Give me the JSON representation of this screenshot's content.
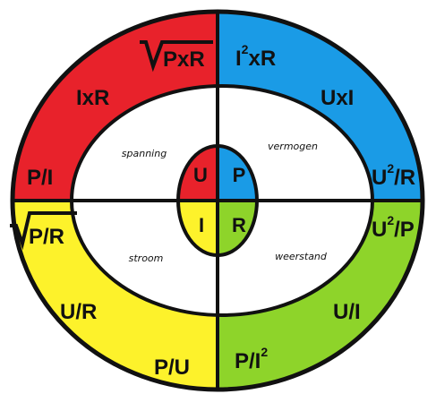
{
  "colors": {
    "red": "#e8222b",
    "blue": "#1a9be6",
    "yellow": "#fdf22b",
    "green": "#8ed42a",
    "line": "#111111",
    "white": "#ffffff"
  },
  "center": {
    "top_left": "U",
    "top_right": "P",
    "bottom_left": "I",
    "bottom_right": "R"
  },
  "labels": {
    "top_left": "spanning",
    "top_right": "vermogen",
    "bottom_left": "stroom",
    "bottom_right": "weerstand"
  },
  "formulas": {
    "red": {
      "root": "PxR",
      "f1": "IxR",
      "f2": "P/I"
    },
    "blue": {
      "f0_base": "I",
      "f0_exp": "2",
      "f0_rest": "xR",
      "f1": "UxI",
      "f2_base": "U",
      "f2_exp": "2",
      "f2_rest": "/R"
    },
    "yellow": {
      "root": "P/R",
      "f1": "U/R",
      "f2": "P/U"
    },
    "green": {
      "f0_base": "U",
      "f0_exp": "2",
      "f0_rest": "/P",
      "f1": "U/I",
      "f2_base": "P/I",
      "f2_exp": "2"
    }
  }
}
